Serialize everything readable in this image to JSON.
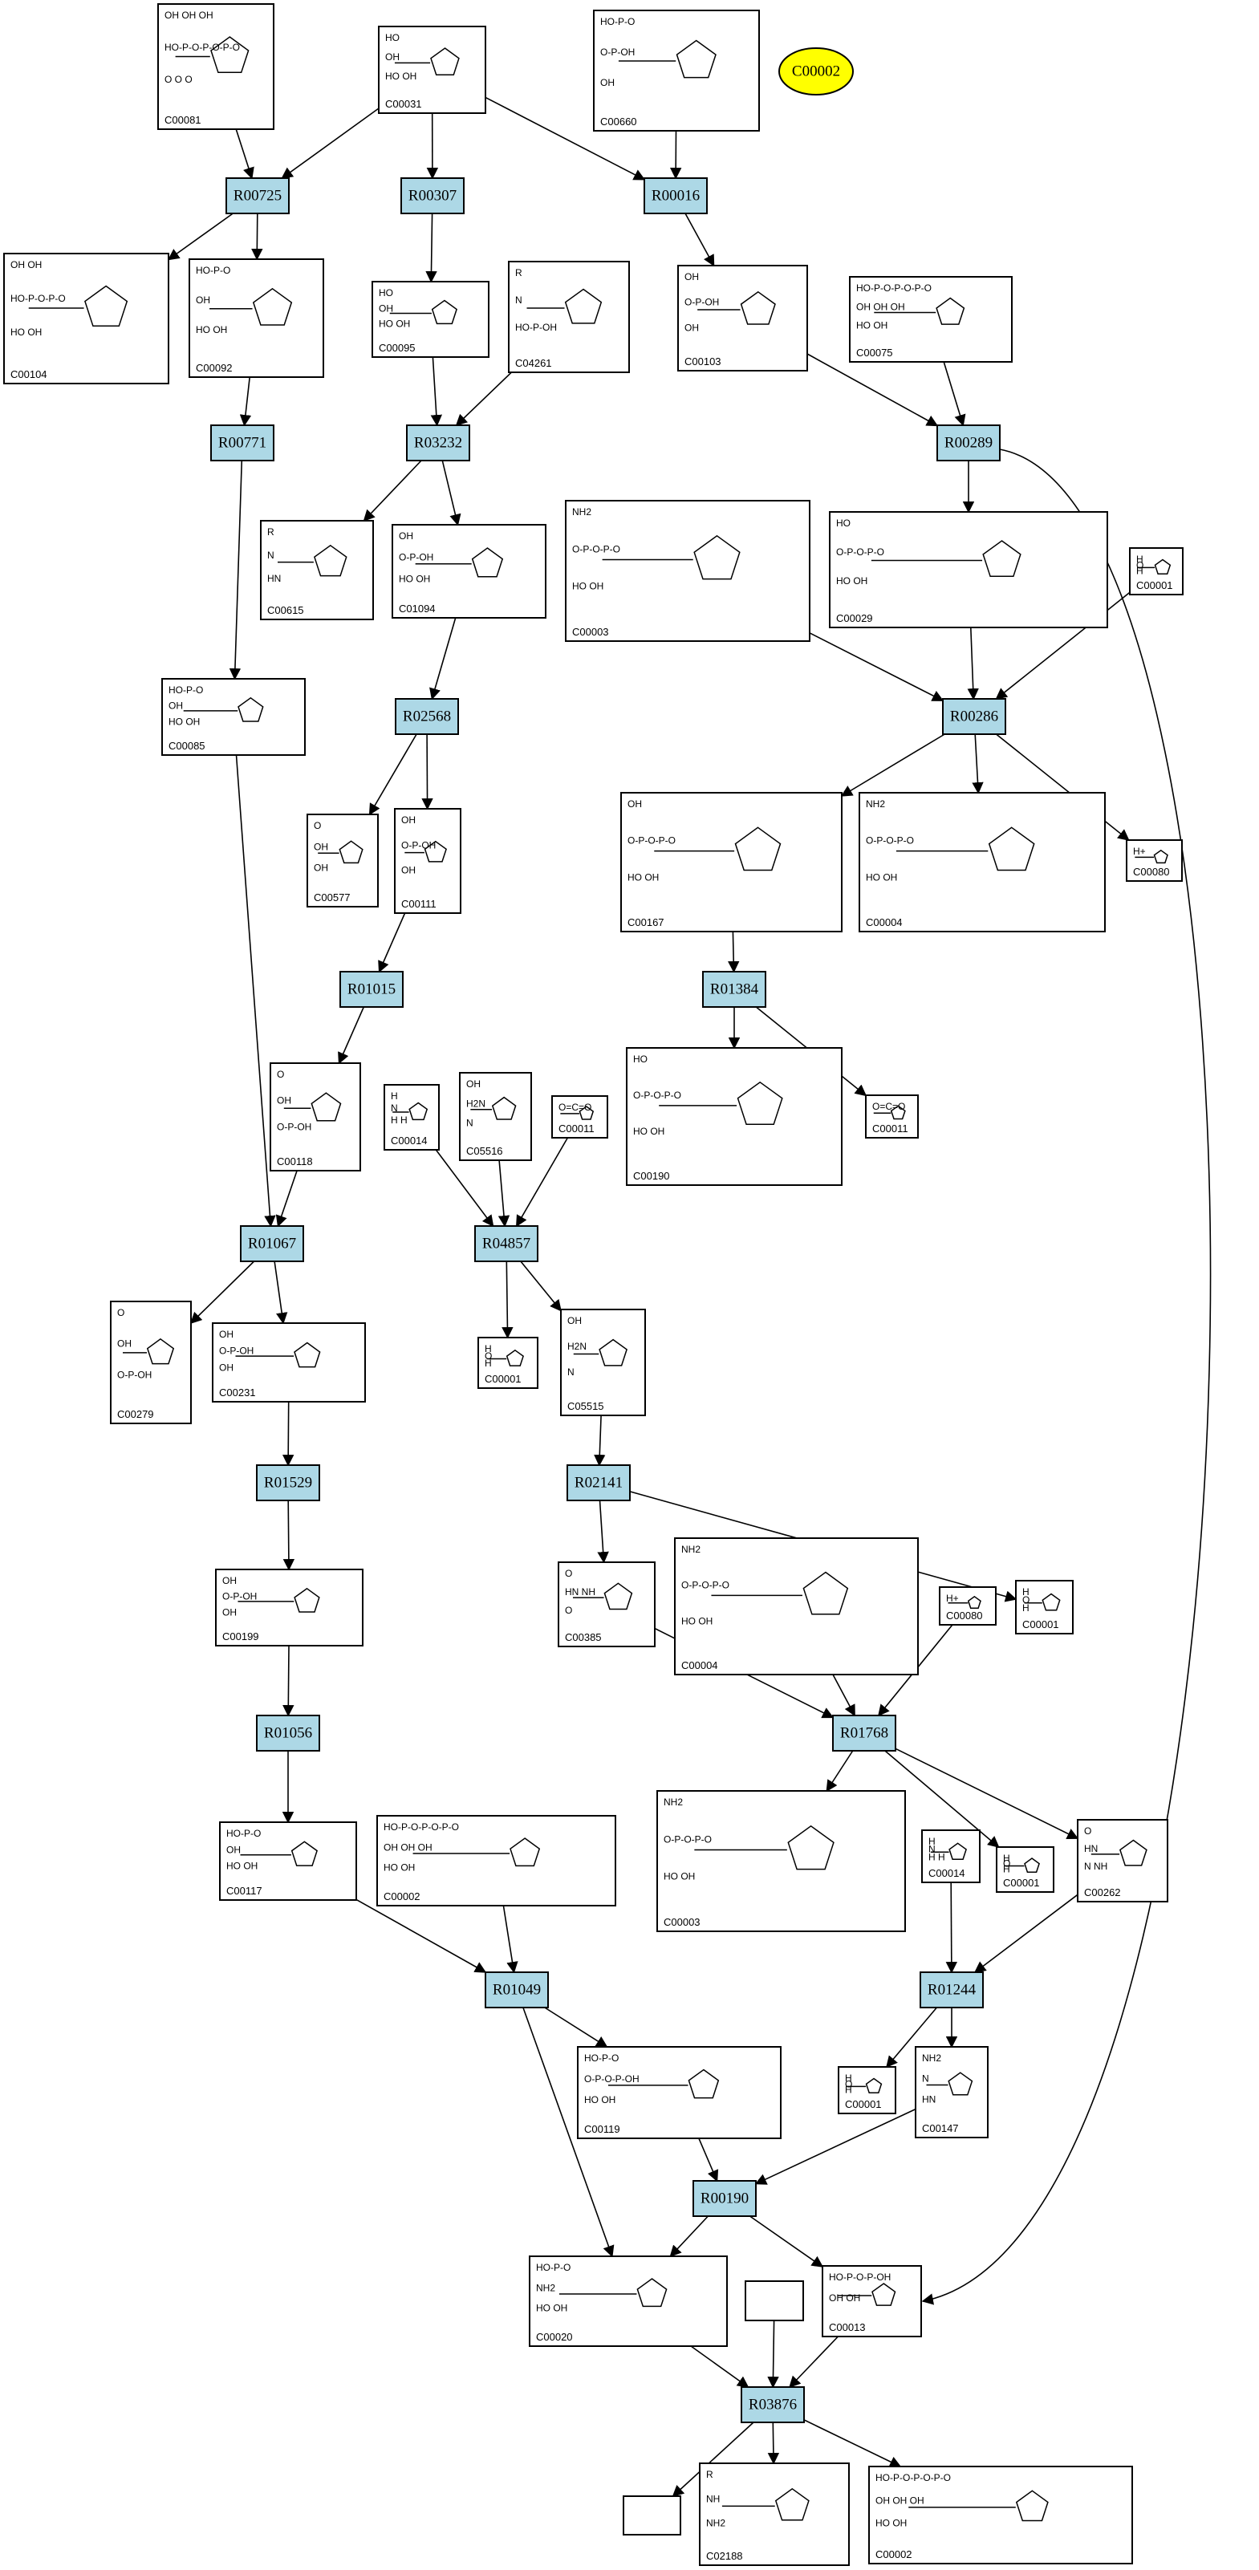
{
  "diagram": {
    "highlight": {
      "label": "C00002",
      "color": "#ffff00"
    },
    "reaction_color": "#add8e6",
    "reactions": [
      "R00725",
      "R00307",
      "R00016",
      "R00771",
      "R03232",
      "R00289",
      "R02568",
      "R00286",
      "R01015",
      "R01384",
      "R01067",
      "R04857",
      "R01529",
      "R02141",
      "R01056",
      "R01768",
      "R01049",
      "R01244",
      "R00190",
      "R03876"
    ],
    "compounds": [
      {
        "id": "c1",
        "label": "C00081",
        "structure": [
          "OH OH OH",
          "HO-P-O-P-O-P-O",
          "O O O"
        ]
      },
      {
        "id": "c2",
        "label": "C00031",
        "structure": [
          "HO",
          "OH",
          "HO OH"
        ]
      },
      {
        "id": "c3",
        "label": "C00660",
        "structure": [
          "HO-P-O",
          "O-P-OH",
          "OH"
        ]
      },
      {
        "id": "c4",
        "label": "C00104",
        "structure": [
          "OH OH",
          "HO-P-O-P-O",
          "HO OH"
        ]
      },
      {
        "id": "c5",
        "label": "C00092",
        "structure": [
          "HO-P-O",
          "OH",
          "HO OH"
        ]
      },
      {
        "id": "c6",
        "label": "C00095",
        "structure": [
          "HO",
          "OH",
          "HO OH"
        ]
      },
      {
        "id": "c7",
        "label": "C04261",
        "structure": [
          "R",
          "N",
          "HO-P-OH"
        ]
      },
      {
        "id": "c8",
        "label": "C00103",
        "structure": [
          "OH",
          "O-P-OH",
          "OH"
        ]
      },
      {
        "id": "c9",
        "label": "C00075",
        "structure": [
          "HO-P-O-P-O-P-O",
          "OH OH OH",
          "HO OH"
        ]
      },
      {
        "id": "c10",
        "label": "C00615",
        "structure": [
          "R",
          "N",
          "HN"
        ]
      },
      {
        "id": "c11",
        "label": "C01094",
        "structure": [
          "OH",
          "O-P-OH",
          "HO OH"
        ]
      },
      {
        "id": "c12",
        "label": "C00003",
        "structure": [
          "NH2",
          "O-P-O-P-O",
          "HO OH"
        ]
      },
      {
        "id": "c13",
        "label": "C00029",
        "structure": [
          "HO",
          "O-P-O-P-O",
          "HO OH"
        ]
      },
      {
        "id": "c14",
        "label": "C00001",
        "structure": [
          "H",
          "O",
          "H"
        ]
      },
      {
        "id": "c15",
        "label": "C00085",
        "structure": [
          "HO-P-O",
          "OH",
          "HO OH"
        ]
      },
      {
        "id": "c16",
        "label": "C00577",
        "structure": [
          "O",
          "OH",
          "OH"
        ]
      },
      {
        "id": "c17",
        "label": "C00111",
        "structure": [
          "OH",
          "O-P-OH",
          "OH"
        ]
      },
      {
        "id": "c18",
        "label": "C00167",
        "structure": [
          "OH",
          "O-P-O-P-O",
          "HO OH"
        ]
      },
      {
        "id": "c19",
        "label": "C00004",
        "structure": [
          "NH2",
          "O-P-O-P-O",
          "HO OH"
        ]
      },
      {
        "id": "c20",
        "label": "C00080",
        "structure": [
          "H+"
        ]
      },
      {
        "id": "c21",
        "label": "C00118",
        "structure": [
          "O",
          "OH",
          "O-P-OH"
        ]
      },
      {
        "id": "c22",
        "label": "C00014",
        "structure": [
          "H",
          "N",
          "H H"
        ]
      },
      {
        "id": "c23",
        "label": "C05516",
        "structure": [
          "OH",
          "H2N",
          "N"
        ]
      },
      {
        "id": "c24",
        "label": "C00011",
        "structure": [
          "O=C=O"
        ]
      },
      {
        "id": "c25",
        "label": "C00190",
        "structure": [
          "HO",
          "O-P-O-P-O",
          "HO OH"
        ]
      },
      {
        "id": "c26",
        "label": "C00011",
        "structure": [
          "O=C=O"
        ]
      },
      {
        "id": "c27",
        "label": "C00279",
        "structure": [
          "O",
          "OH",
          "O-P-OH"
        ]
      },
      {
        "id": "c28",
        "label": "C00231",
        "structure": [
          "OH",
          "O-P-OH",
          "OH"
        ]
      },
      {
        "id": "c29",
        "label": "C00001",
        "structure": [
          "H",
          "O",
          "H"
        ]
      },
      {
        "id": "c30",
        "label": "C05515",
        "structure": [
          "OH",
          "H2N",
          "N"
        ]
      },
      {
        "id": "c31",
        "label": "C00199",
        "structure": [
          "OH",
          "O-P-OH",
          "OH"
        ]
      },
      {
        "id": "c32",
        "label": "C00385",
        "structure": [
          "O",
          "HN NH",
          "O"
        ]
      },
      {
        "id": "c33",
        "label": "C00004",
        "structure": [
          "NH2",
          "O-P-O-P-O",
          "HO OH"
        ]
      },
      {
        "id": "c34",
        "label": "C00080",
        "structure": [
          "H+"
        ]
      },
      {
        "id": "c35",
        "label": "C00001",
        "structure": [
          "H",
          "O",
          "H"
        ]
      },
      {
        "id": "c36",
        "label": "C00117",
        "structure": [
          "HO-P-O",
          "OH",
          "HO OH"
        ]
      },
      {
        "id": "c37",
        "label": "C00002",
        "structure": [
          "HO-P-O-P-O-P-O",
          "OH OH OH",
          "HO OH"
        ]
      },
      {
        "id": "c38",
        "label": "C00003",
        "structure": [
          "NH2",
          "O-P-O-P-O",
          "HO OH"
        ]
      },
      {
        "id": "c39",
        "label": "C00014",
        "structure": [
          "H",
          "N",
          "H H"
        ]
      },
      {
        "id": "c40",
        "label": "C00001",
        "structure": [
          "H",
          "O",
          "H"
        ]
      },
      {
        "id": "c41",
        "label": "C00262",
        "structure": [
          "O",
          "HN",
          "N NH"
        ]
      },
      {
        "id": "c42",
        "label": "C00119",
        "structure": [
          "HO-P-O",
          "O-P-O-P-OH",
          "HO OH"
        ]
      },
      {
        "id": "c43",
        "label": "C00001",
        "structure": [
          "H",
          "O",
          "H"
        ]
      },
      {
        "id": "c44",
        "label": "C00147",
        "structure": [
          "NH2",
          "N",
          "HN"
        ]
      },
      {
        "id": "c45",
        "label": "C00020",
        "structure": [
          "HO-P-O",
          "NH2",
          "HO OH"
        ]
      },
      {
        "id": "c46",
        "label": "",
        "structure": []
      },
      {
        "id": "c47",
        "label": "C00013",
        "structure": [
          "HO-P-O-P-OH",
          "OH OH"
        ]
      },
      {
        "id": "c48",
        "label": "",
        "structure": []
      },
      {
        "id": "c49",
        "label": "C02188",
        "structure": [
          "R",
          "NH",
          "NH2"
        ]
      },
      {
        "id": "c50",
        "label": "C00002",
        "structure": [
          "HO-P-O-P-O-P-O",
          "OH OH OH",
          "HO OH"
        ]
      }
    ]
  }
}
